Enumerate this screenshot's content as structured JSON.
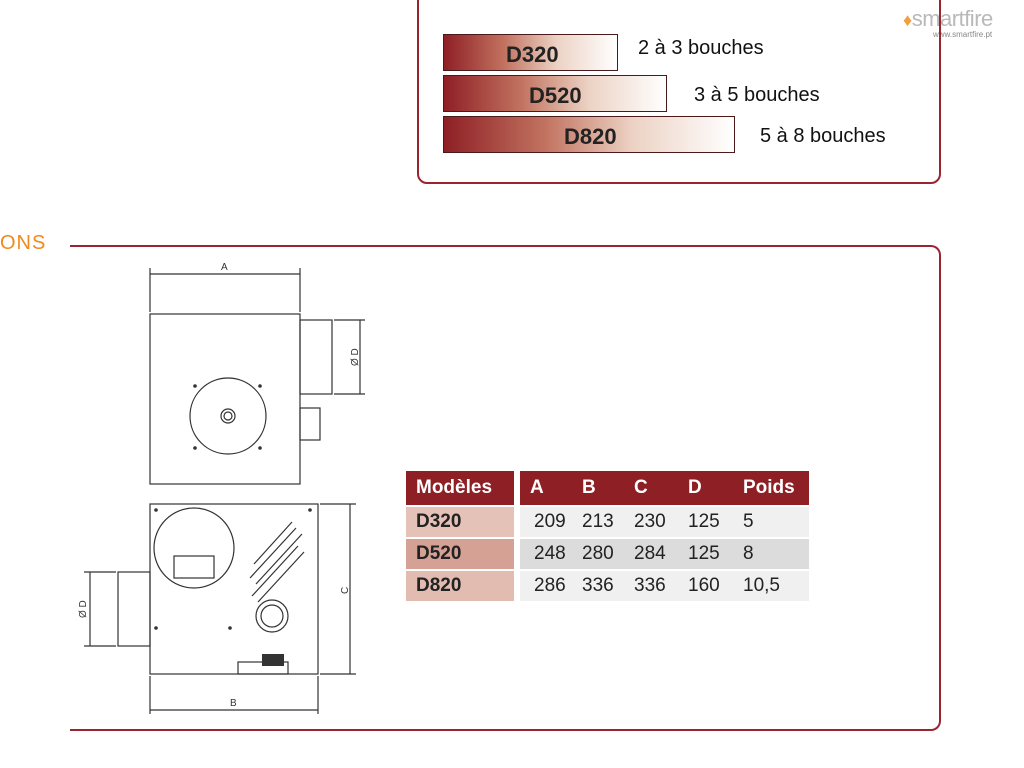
{
  "logo": {
    "name": "smartfire",
    "url": "www.smartfire.pt"
  },
  "capacity_bars": [
    {
      "model": "D320",
      "caption": "2 à 3 bouches"
    },
    {
      "model": "D520",
      "caption": "3 à 5 bouches"
    },
    {
      "model": "D820",
      "caption": "5 à 8 bouches"
    }
  ],
  "section_title": "ONS",
  "drawing_labels": {
    "a": "A",
    "b": "B",
    "c": "C",
    "d": "Ø D"
  },
  "table": {
    "headers": [
      "Modèles",
      "A",
      "B",
      "C",
      "D",
      "Poids"
    ],
    "rows": [
      [
        "D320",
        "209",
        "213",
        "230",
        "125",
        "5"
      ],
      [
        "D520",
        "248",
        "280",
        "284",
        "125",
        "8"
      ],
      [
        "D820",
        "286",
        "336",
        "336",
        "160",
        "10,5"
      ]
    ]
  },
  "colors": {
    "accent": "#9b2433",
    "section_title": "#f08a1c",
    "header_bg": "#8e1f25"
  }
}
